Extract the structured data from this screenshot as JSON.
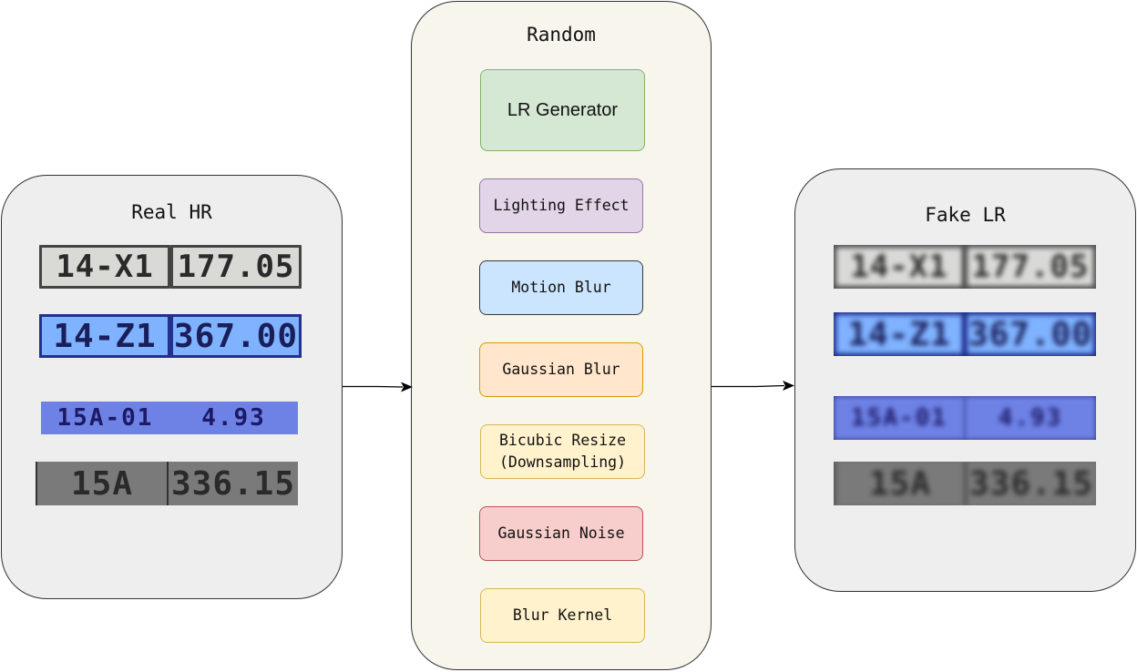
{
  "left_panel": {
    "title": "Real HR",
    "plates": [
      {
        "left": "14-X1",
        "right": "177.05"
      },
      {
        "left": "14-Z1",
        "right": "367.00"
      },
      {
        "left": "15A-01",
        "right": "4.93"
      },
      {
        "left": "15A",
        "right": "336.15"
      }
    ]
  },
  "middle_panel": {
    "title": "Random",
    "steps": [
      {
        "label": "LR Generator",
        "fill": "#d5e8d4",
        "stroke": "#82b366"
      },
      {
        "label": "Lighting Effect",
        "fill": "#e1d5e7",
        "stroke": "#9673a6"
      },
      {
        "label": "Motion Blur",
        "fill": "#cce5ff",
        "stroke": "#36393d"
      },
      {
        "label": "Gaussian Blur",
        "fill": "#ffe6cc",
        "stroke": "#d79b00"
      },
      {
        "label": "Bicubic Resize\n(Downsampling)",
        "fill": "#fff2cc",
        "stroke": "#d6b656"
      },
      {
        "label": "Gaussian Noise",
        "fill": "#f8cecc",
        "stroke": "#b85450"
      },
      {
        "label": "Blur Kernel",
        "fill": "#fff2cc",
        "stroke": "#d6b656"
      }
    ]
  },
  "right_panel": {
    "title": "Fake LR",
    "plates": [
      {
        "left": "14-X1",
        "right": "177.05"
      },
      {
        "left": "14-Z1",
        "right": "367.00"
      },
      {
        "left": "15A-01",
        "right": "4.93"
      },
      {
        "left": "15A",
        "right": "336.15"
      }
    ]
  }
}
